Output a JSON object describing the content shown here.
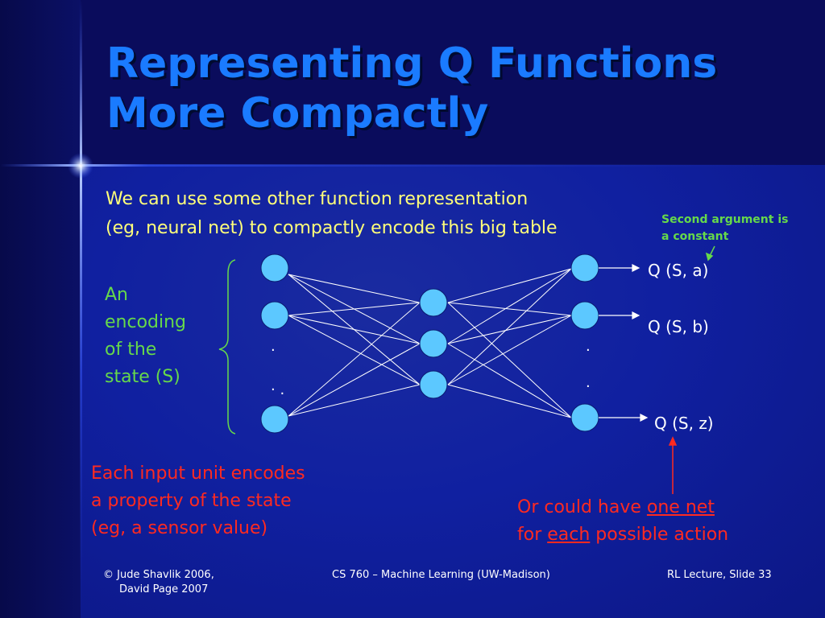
{
  "title": {
    "line1": "Representing Q Functions",
    "line2": "More Compactly"
  },
  "intro": {
    "line1": "We can use some other function representation",
    "line2": "(eg, neural net) to compactly encode this big table"
  },
  "note": {
    "line1": "Second argument is",
    "line2": "a constant"
  },
  "encoding": {
    "lines": [
      "An",
      "encoding",
      "of the",
      "state (S)"
    ]
  },
  "network": {
    "input_dots": "·\n· .",
    "output_dots": "·\n·",
    "outputs": [
      "Q (S, a)",
      "Q (S, b)",
      "Q (S, z)"
    ]
  },
  "left_note": {
    "line1": "Each input unit encodes",
    "line2": "a property of the state",
    "line3": "(eg, a sensor value)"
  },
  "right_note": {
    "line1_pre": "Or could have ",
    "line1_u": "one net",
    "line2_pre": "for ",
    "line2_u": "each",
    "line2_post": " possible action"
  },
  "footer": {
    "left_line1": "© Jude Shavlik 2006,",
    "left_line2": "David Page 2007",
    "center": "CS 760 – Machine Learning (UW-Madison)",
    "right": "RL Lecture, Slide 33"
  },
  "colors": {
    "title": "#1a7bff",
    "intro": "#ffff7a",
    "green": "#66d94a",
    "red": "#ff2a20",
    "node": "#5cc8ff"
  }
}
